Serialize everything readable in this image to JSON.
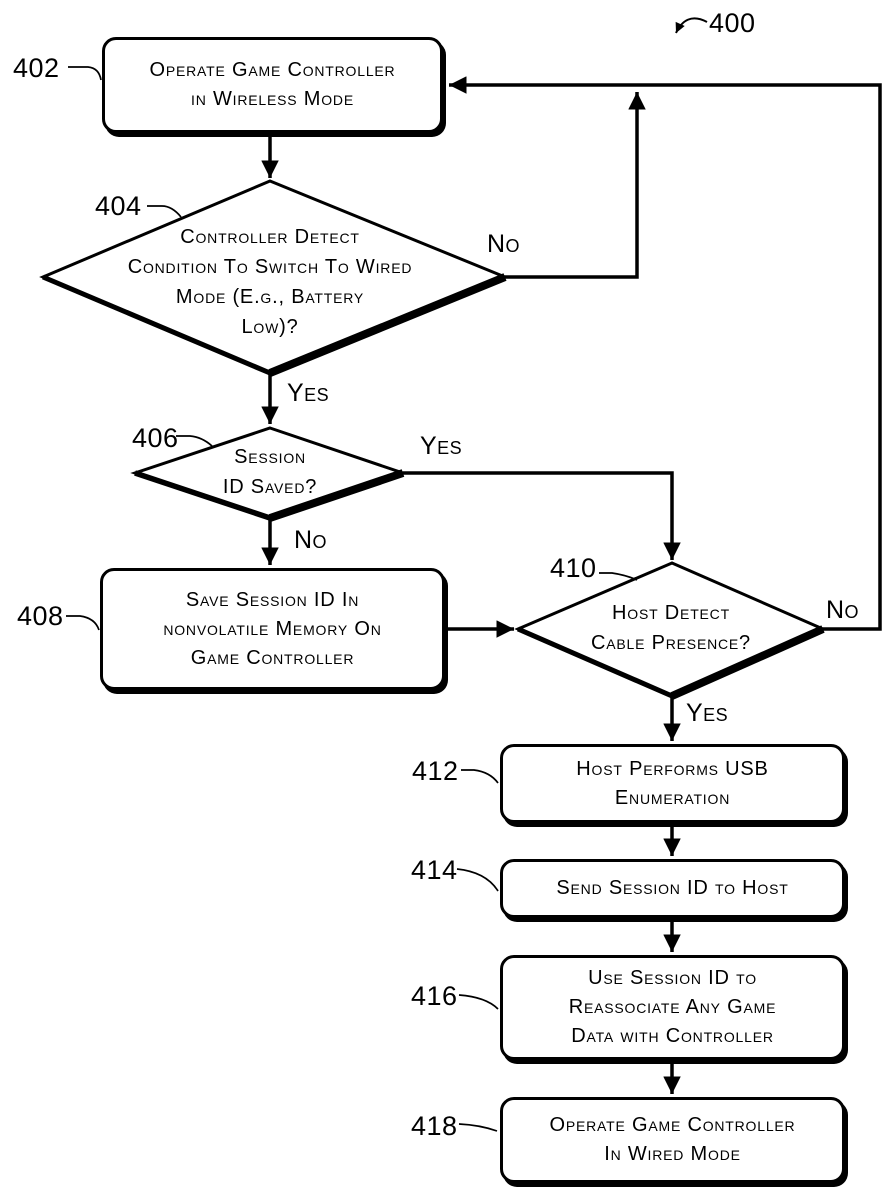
{
  "figure": {
    "number": "400"
  },
  "nodes": {
    "n402": {
      "ref": "402",
      "shape": "rounded-rect",
      "lines": [
        "Operate Game Controller",
        "in Wireless Mode"
      ]
    },
    "n404": {
      "ref": "404",
      "shape": "diamond",
      "lines": [
        "Controller Detect",
        "Condition To Switch To Wired",
        "Mode (E.g., Battery",
        "Low)?"
      ]
    },
    "n406": {
      "ref": "406",
      "shape": "diamond",
      "lines": [
        "Session",
        "ID Saved?"
      ]
    },
    "n408": {
      "ref": "408",
      "shape": "rounded-rect",
      "lines": [
        "Save Session ID In",
        "nonvolatile Memory On",
        "Game Controller"
      ]
    },
    "n410": {
      "ref": "410",
      "shape": "diamond",
      "lines": [
        "Host Detect",
        "Cable Presence?"
      ]
    },
    "n412": {
      "ref": "412",
      "shape": "rounded-rect",
      "lines": [
        "Host Performs USB",
        "Enumeration"
      ]
    },
    "n414": {
      "ref": "414",
      "shape": "rounded-rect",
      "lines": [
        "Send Session ID to Host"
      ]
    },
    "n416": {
      "ref": "416",
      "shape": "rounded-rect",
      "lines": [
        "Use Session ID to",
        "Reassociate Any Game",
        "Data with Controller"
      ]
    },
    "n418": {
      "ref": "418",
      "shape": "rounded-rect",
      "lines": [
        "Operate Game Controller",
        "In Wired Mode"
      ]
    }
  },
  "edge_labels": {
    "d404_no": "No",
    "d404_yes": "Yes",
    "d406_yes": "Yes",
    "d406_no": "No",
    "d410_no": "No",
    "d410_yes": "Yes"
  },
  "colors": {
    "ink": "#000000",
    "background": "#ffffff"
  }
}
